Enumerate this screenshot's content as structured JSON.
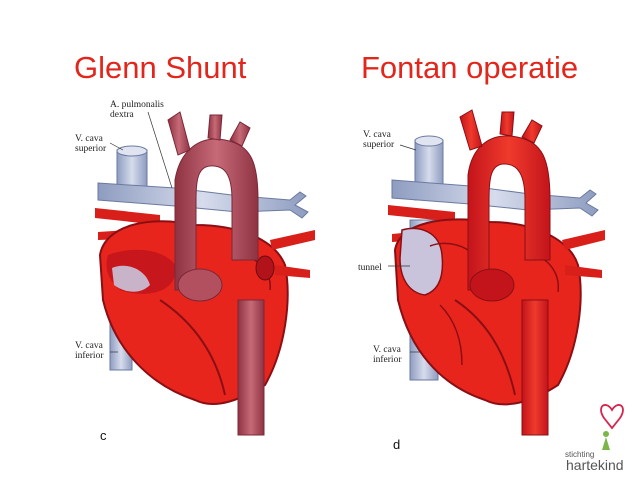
{
  "titles": {
    "left": "Glenn Shunt",
    "right": "Fontan operatie"
  },
  "labels": {
    "left": {
      "a_pulmonalis_line1": "A. pulmonalis",
      "a_pulmonalis_line2": "dextra",
      "v_cava_sup_line1": "V. cava",
      "v_cava_sup_line2": "superior",
      "v_cava_inf_line1": "V. cava",
      "v_cava_inf_line2": "inferior",
      "panel_letter": "c"
    },
    "right": {
      "v_cava_sup_line1": "V. cava",
      "v_cava_sup_line2": "superior",
      "tunnel": "tunnel",
      "v_cava_inf_line1": "V. cava",
      "v_cava_inf_line2": "inferior",
      "panel_letter": "d"
    }
  },
  "logo": {
    "line1": "stichting",
    "line2": "hartekind"
  },
  "colors": {
    "title": "#e2261c",
    "heart_red": "#e8251c",
    "heart_dark": "#b5121b",
    "vessel_blue": "#b9c3dc",
    "aorta_pink": "#b3505f"
  }
}
